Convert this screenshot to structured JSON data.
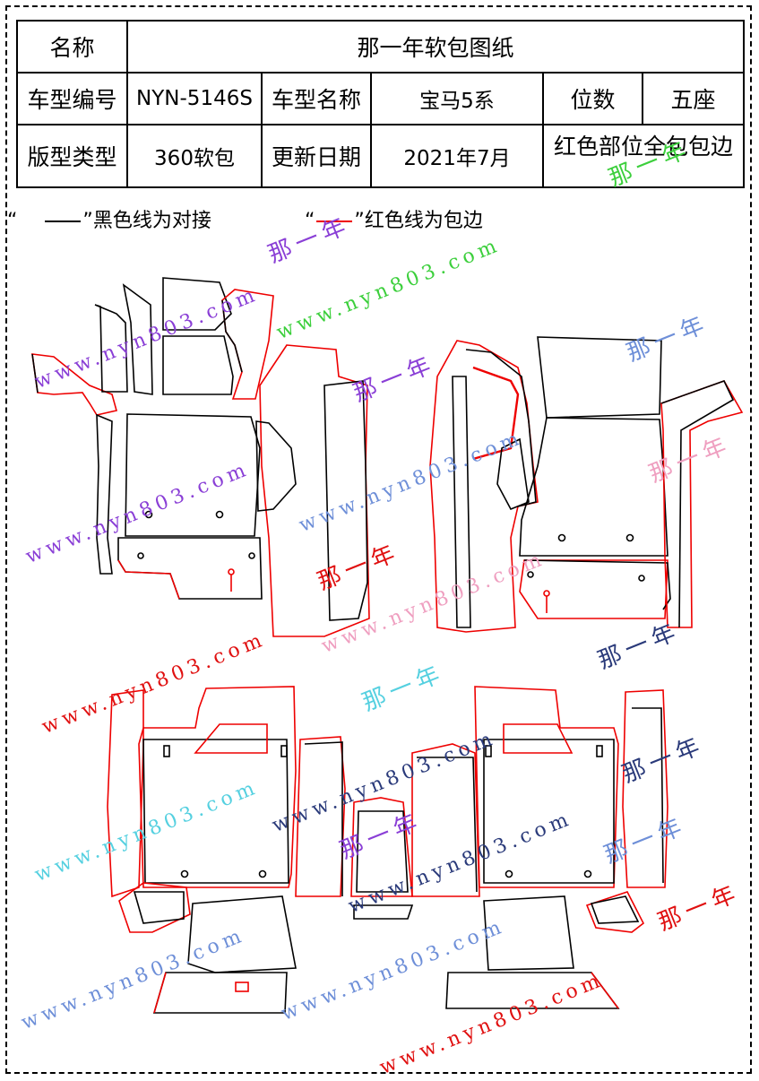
{
  "table": {
    "name_label": "名称",
    "name_value": "那一年软包图纸",
    "model_no_label": "车型编号",
    "model_no_value": "NYN-5146S",
    "model_name_label": "车型名称",
    "model_name_value": "宝马5系",
    "seats_label": "位数",
    "seats_value": "五座",
    "pattern_type_label": "版型类型",
    "pattern_type_value": "360软包",
    "update_label": "更新日期",
    "update_value": "2021年7月",
    "red_note": "红色部位全包包边"
  },
  "legend": {
    "black_text": "黑色线为对接",
    "red_text": "红色线为包边",
    "quote_open": "“",
    "quote_close": "”"
  },
  "watermarks": {
    "url": "www.nyn803.com",
    "brand": "那一年"
  },
  "colors": {
    "red": "#e00000",
    "black": "#000000",
    "wm_purple": "#8a3fd6",
    "wm_blue": "#6e8fd8",
    "wm_green": "#3ccf3c",
    "wm_pink": "#ef9fc0",
    "wm_red": "#e01010",
    "wm_cyan": "#55d0e0",
    "wm_navy": "#2a3a7a"
  }
}
